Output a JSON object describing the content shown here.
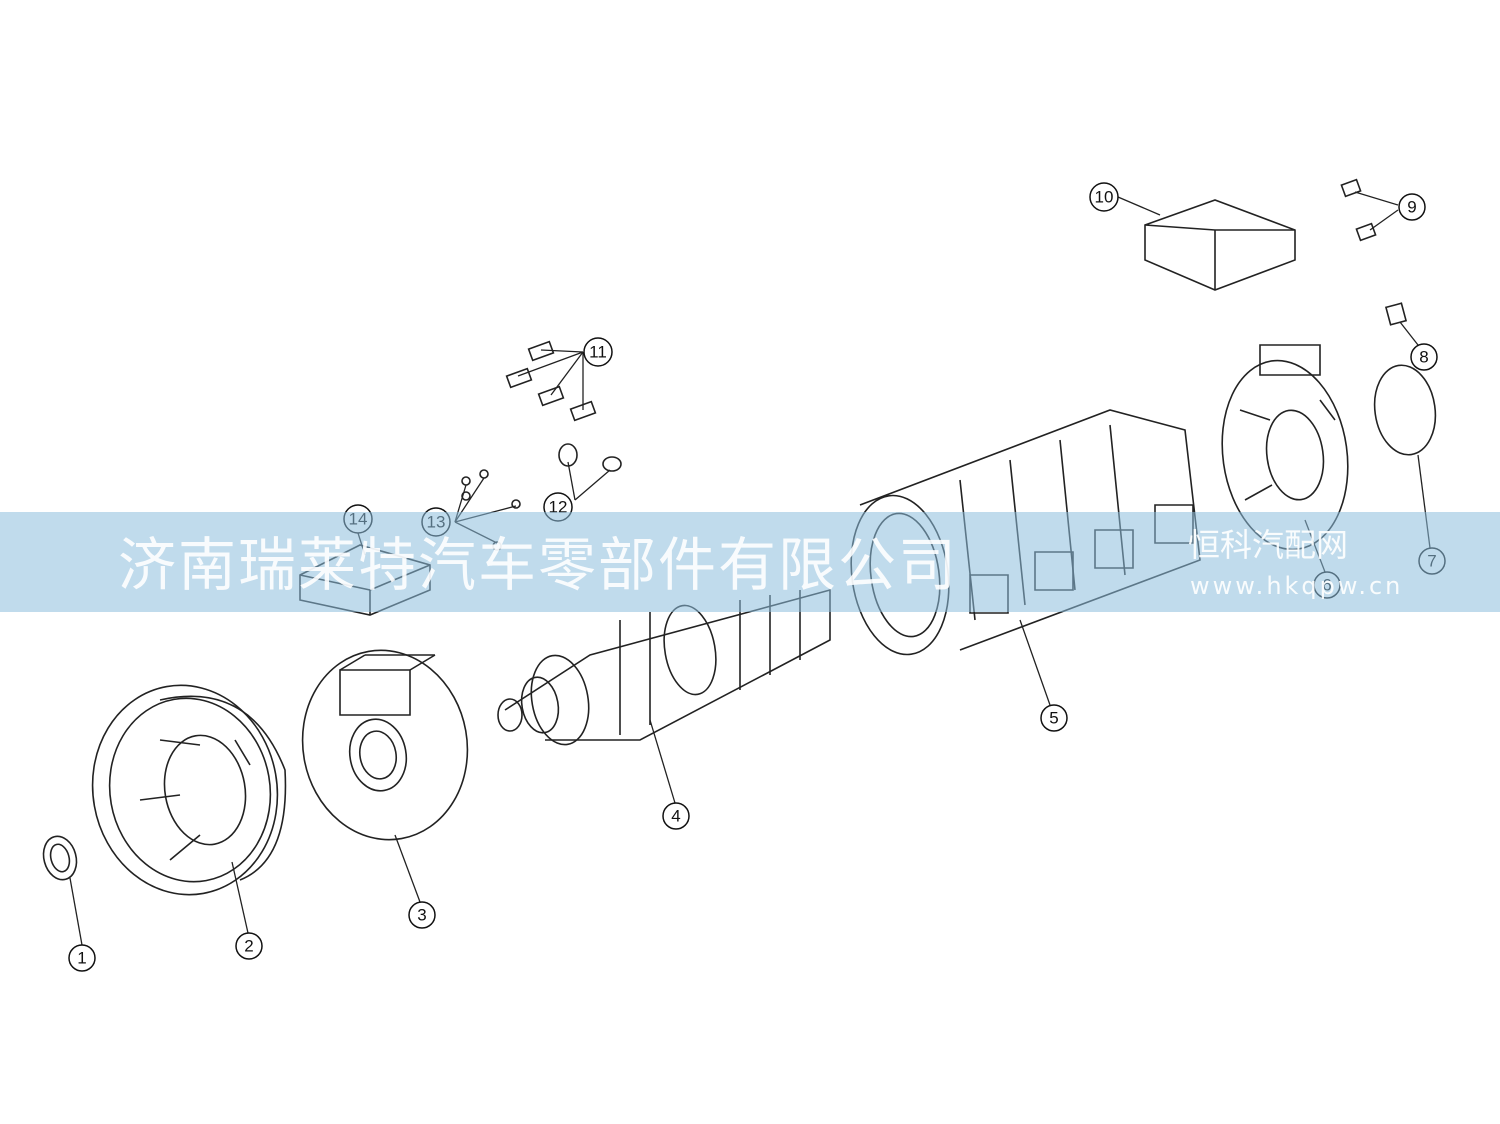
{
  "diagram": {
    "callouts": [
      {
        "id": "1",
        "label": "1"
      },
      {
        "id": "2",
        "label": "2"
      },
      {
        "id": "3",
        "label": "3"
      },
      {
        "id": "4",
        "label": "4"
      },
      {
        "id": "5",
        "label": "5"
      },
      {
        "id": "6",
        "label": "6"
      },
      {
        "id": "7",
        "label": "7"
      },
      {
        "id": "8",
        "label": "8"
      },
      {
        "id": "9",
        "label": "9"
      },
      {
        "id": "10",
        "label": "10"
      },
      {
        "id": "11",
        "label": "11"
      },
      {
        "id": "12",
        "label": "12"
      },
      {
        "id": "13",
        "label": "13"
      },
      {
        "id": "14",
        "label": "14"
      }
    ]
  },
  "watermark": {
    "main_text": "济南瑞莱特汽车零部件有限公司",
    "side_text": "恒科汽配网",
    "url_text": "www.hkqpw.cn"
  },
  "colors": {
    "line": "#222222",
    "band": "#8cbedc",
    "watermark_text": "#ffffff"
  }
}
